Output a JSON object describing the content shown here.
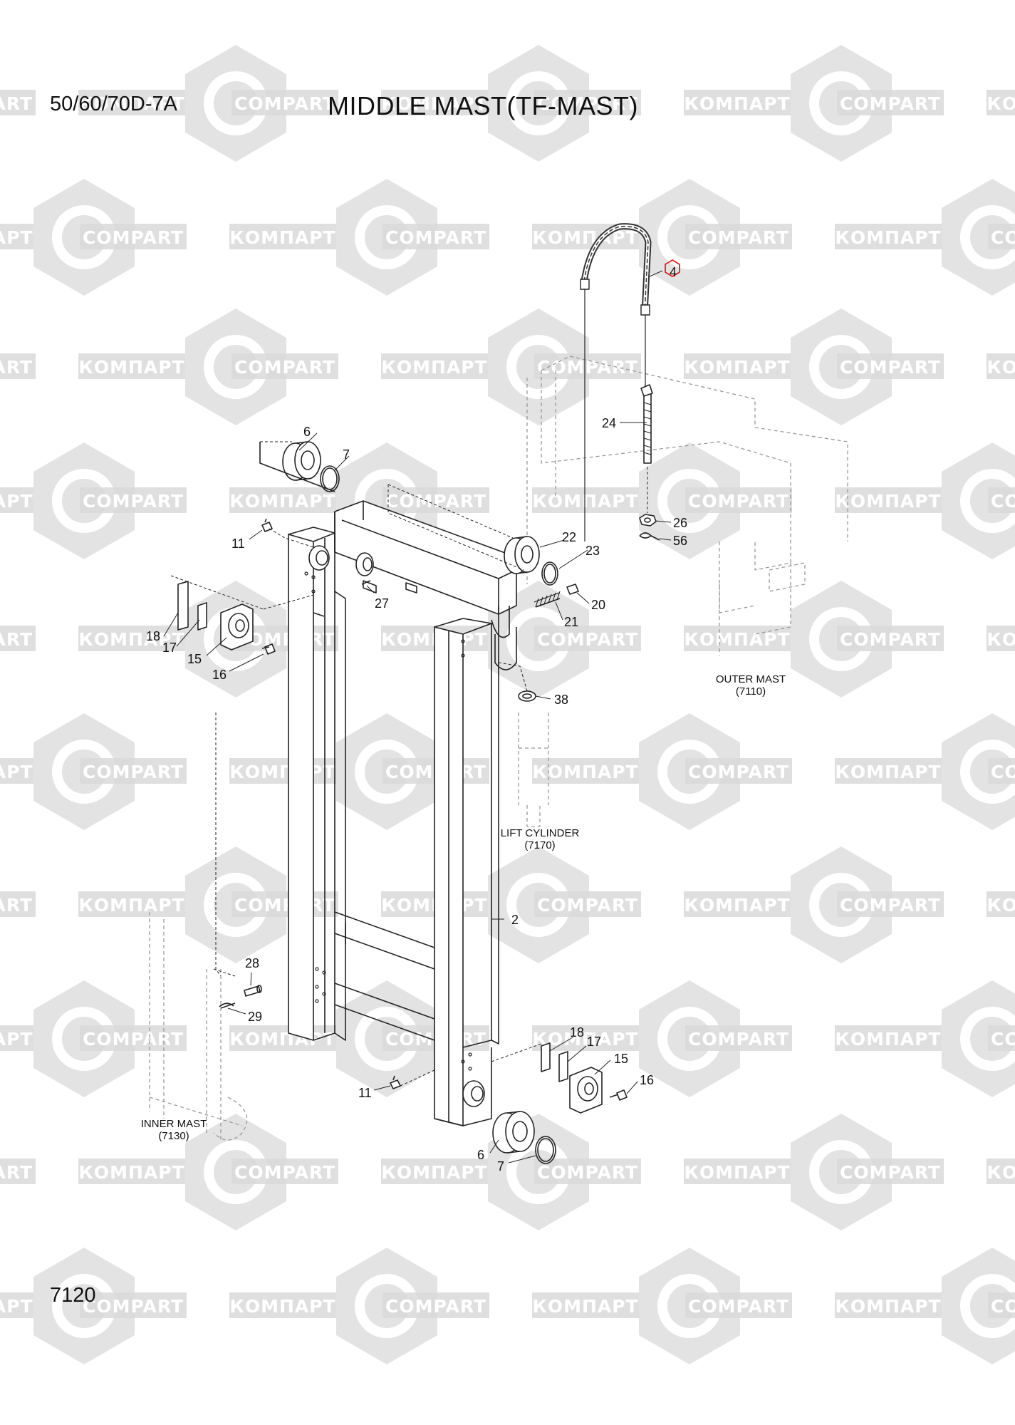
{
  "header": {
    "model": "50/60/70D-7A",
    "title": "MIDDLE MAST(TF-MAST)"
  },
  "footer": {
    "page_number": "7120"
  },
  "watermark": {
    "text_cyrillic": "КОМПАРТ",
    "text_latin": "COMPART",
    "color": "#d9d9d9"
  },
  "assemblies": {
    "outer_mast": {
      "name": "OUTER MAST",
      "code": "(7110)"
    },
    "lift_cylinder": {
      "name": "LIFT CYLINDER",
      "code": "(7170)"
    },
    "inner_mast": {
      "name": "INNER MAST",
      "code": "(7130)"
    }
  },
  "callouts": {
    "p4": "4",
    "p24": "24",
    "p26": "26",
    "p56": "56",
    "p6_top": "6",
    "p7_top": "7",
    "p22": "22",
    "p23": "23",
    "p11_top": "11",
    "p27": "27",
    "p20": "20",
    "p21": "21",
    "p18_left": "18",
    "p17_left": "17",
    "p15_left": "15",
    "p16_left": "16",
    "p38": "38",
    "p2": "2",
    "p28": "28",
    "p29": "29",
    "p18_right": "18",
    "p17_right": "17",
    "p15_right": "15",
    "p16_right": "16",
    "p11_bottom": "11",
    "p6_bottom": "6",
    "p7_bottom": "7"
  },
  "highlight_color": "#e02020",
  "line_color": "#222222"
}
